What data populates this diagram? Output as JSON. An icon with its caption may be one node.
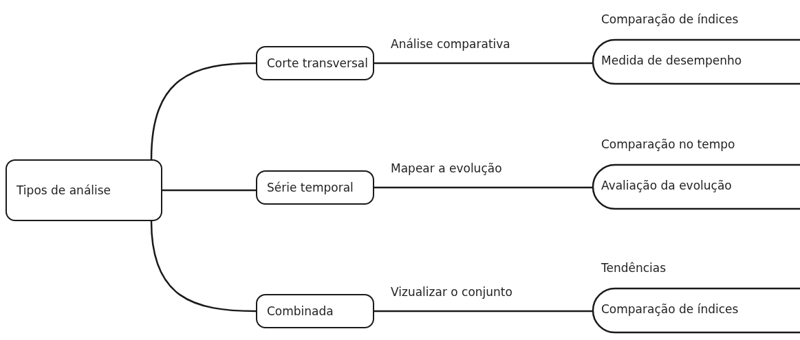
{
  "diagram": {
    "nodes": [
      {
        "text": [
          "Tipos de análise"
        ]
      },
      {
        "text": [
          "Corte transversal"
        ]
      },
      {
        "text": [
          "Comparação de índices",
          "Medida de desempenho"
        ]
      },
      {
        "text": [
          "Série temporal"
        ]
      },
      {
        "text": [
          "Comparação no tempo",
          "Avaliação da evolução"
        ]
      },
      {
        "text": [
          "Combinada"
        ]
      },
      {
        "text": [
          "Tendências",
          "Comparação de índices"
        ]
      }
    ],
    "edges": [
      {
        "from": 0,
        "to": 1,
        "arrow": "none"
      },
      {
        "from": 0,
        "to": 3,
        "arrow": "none"
      },
      {
        "from": 0,
        "to": 5,
        "arrow": "none"
      },
      {
        "from": 1,
        "to": 2,
        "arrow": "none",
        "label": "Análise comparativa"
      },
      {
        "from": 3,
        "to": 4,
        "arrow": "none",
        "label": "Mapear a evolução"
      },
      {
        "from": 5,
        "to": 6,
        "arrow": "none",
        "label": "Vizualizar o conjunto"
      }
    ]
  }
}
